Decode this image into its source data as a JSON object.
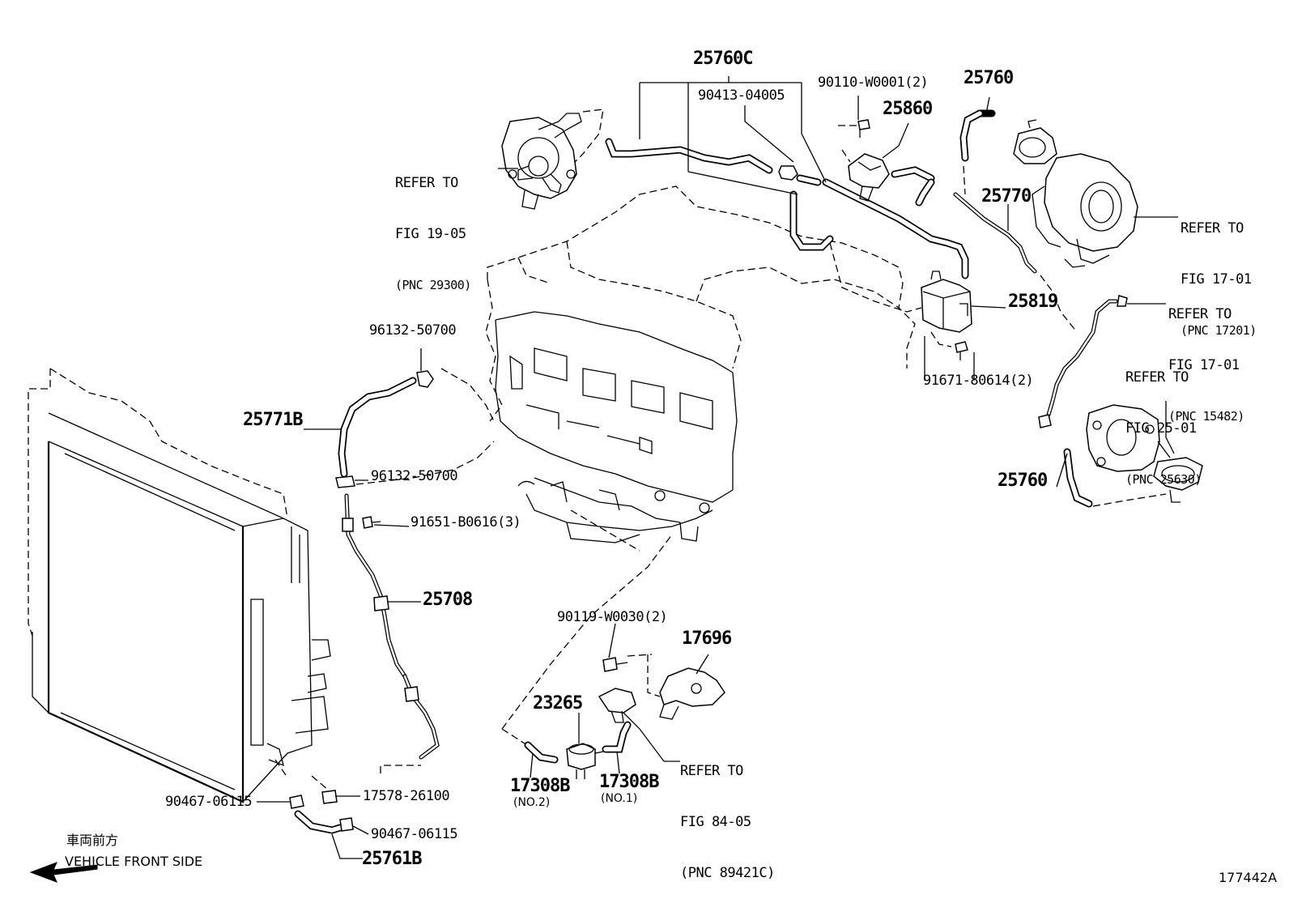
{
  "diagram_code": "177442A",
  "vehicle_front": {
    "japanese": "車両前方",
    "english": "VEHICLE FRONT SIDE"
  },
  "parts": {
    "p25760C": "25760C",
    "p90413": "90413-04005",
    "p90110": "90110-W0001(2)",
    "p25860": "25860",
    "p25760_top": "25760",
    "p25770": "25770",
    "p25819": "25819",
    "p91671": "91671-80614(2)",
    "p25760_bottom": "25760",
    "p96132_top": "96132-50700",
    "p25771B": "25771B",
    "p96132_bottom": "96132-50700",
    "p91651": "91651-B0616(3)",
    "p25708": "25708",
    "p90119": "90119-W0030(2)",
    "p17696": "17696",
    "p23265": "23265",
    "p17308B_no2": "17308B",
    "p17308B_no2_sub": "(NO.2)",
    "p17308B_no1": "17308B",
    "p17308B_no1_sub": "(NO.1)",
    "p90467_left": "90467-06115",
    "p17578": "17578-26100",
    "p90467_right": "90467-06115",
    "p25761B": "25761B"
  },
  "references": {
    "ref1": {
      "line1": "REFER TO",
      "line2": "FIG 19-05",
      "line3": "(PNC 29300)"
    },
    "ref2": {
      "line1": "REFER TO",
      "line2": "FIG 17-01",
      "line3": "(PNC 17201)"
    },
    "ref3": {
      "line1": "REFER TO",
      "line2": "FIG 17-01",
      "line3": "(PNC 15482)"
    },
    "ref4": {
      "line1": "REFER TO",
      "line2": "FIG 25-01",
      "line3": "(PNC 25630)"
    },
    "ref5": {
      "line1": "REFER TO",
      "line2": "FIG 84-05",
      "line3": "(PNC 89421C)"
    }
  }
}
